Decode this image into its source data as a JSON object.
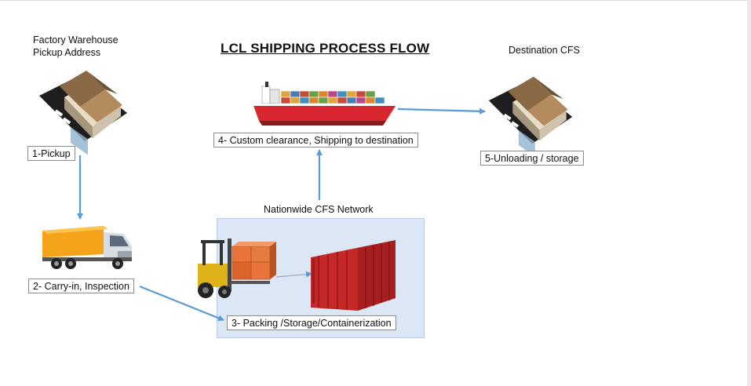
{
  "title": "LCL SHIPPING PROCESS FLOW",
  "labels": {
    "factory_line1": "Factory Warehouse",
    "factory_line2": "Pickup Address",
    "destination": "Destination CFS",
    "cfs_network": "Nationwide CFS Network"
  },
  "steps": [
    {
      "label": "1-Pickup"
    },
    {
      "label": "2- Carry-in, Inspection"
    },
    {
      "label": "3- Packing /Storage/Containerization"
    },
    {
      "label": "4- Custom clearance, Shipping to destination"
    },
    {
      "label": "5-Unloading / storage"
    }
  ],
  "colors": {
    "arrow": "#5b9bd5",
    "panel": "#dbe7f4",
    "ship_hull": "#d7262f",
    "container": "#c62828",
    "truck": "#f5a31a",
    "forklift": "#e0b21a",
    "cartons": "#e8743b"
  },
  "icons": [
    "warehouse-icon",
    "truck-icon",
    "forklift-icon",
    "shipping-container-icon",
    "cargo-ship-icon",
    "warehouse-icon"
  ]
}
